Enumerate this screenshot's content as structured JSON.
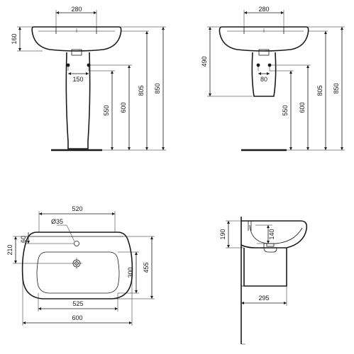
{
  "front_pedestal": {
    "width_top": "280",
    "depth_left": "160",
    "hole_spacing": "150",
    "height_550": "550",
    "height_600": "600",
    "height_805": "805",
    "height_850": "850"
  },
  "front_semi": {
    "width_top": "280",
    "height_left": "490",
    "hole_spacing": "80",
    "height_550": "550",
    "height_600": "600",
    "height_805": "805",
    "height_850": "850"
  },
  "plan": {
    "overall_top": "520",
    "tap_hole": "Ø35",
    "inset_60": "60",
    "depth_210": "210",
    "bowl_300": "300",
    "depth_455": "455",
    "bowl_525": "525",
    "width_600": "600"
  },
  "section": {
    "height_190": "190",
    "bowl_140": "140",
    "projection_295": "295"
  }
}
